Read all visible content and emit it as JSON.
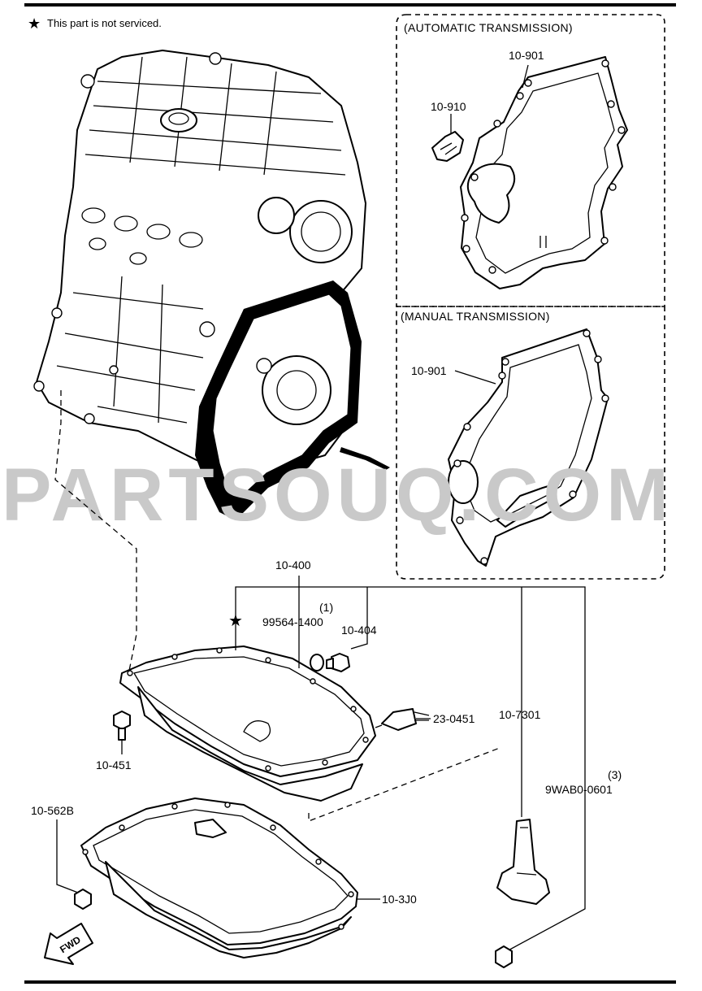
{
  "note": {
    "star": "★",
    "text": "This part is not serviced."
  },
  "sections": {
    "automatic": "(AUTOMATIC TRANSMISSION)",
    "manual": "(MANUAL TRANSMISSION)"
  },
  "watermark": "PARTSOUQ.COM",
  "callouts": {
    "at_gasket": "10-901",
    "at_clip": "10-910",
    "mt_gasket": "10-901",
    "pan_set": "10-400",
    "plug_qty": "(1)",
    "plug_part": "99564-1400",
    "drain_plug": "10-404",
    "sensor": "23-0451",
    "dipstick": "10-7301",
    "bolt_qty": "(3)",
    "bolt_part": "9WAB0-0601",
    "upper_bolt": "10-451",
    "lower_bolt": "10-562B",
    "lower_pan": "10-3J0"
  },
  "fwd_label": "FWD"
}
